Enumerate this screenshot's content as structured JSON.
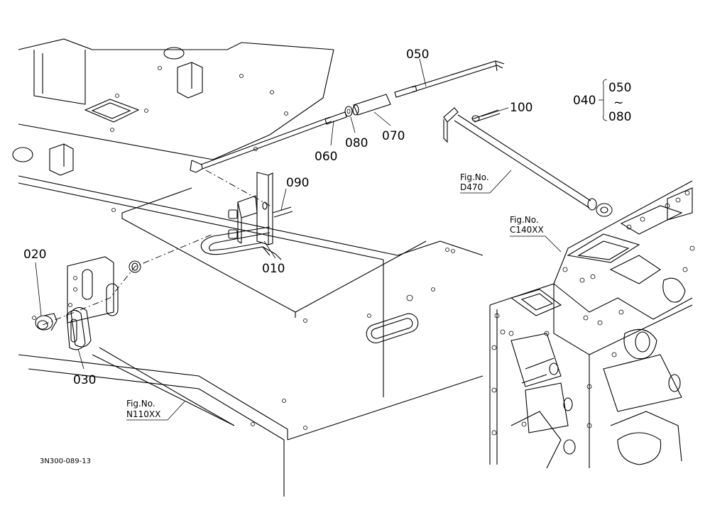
{
  "parts": {
    "p010": "010",
    "p020": "020",
    "p030": "030",
    "p040": "040",
    "p050": "050",
    "p060": "060",
    "p070": "070",
    "p080": "080",
    "p090": "090",
    "p100": "100",
    "range_start": "050",
    "range_tilde": "~",
    "range_end": "080"
  },
  "figure_refs": {
    "prefix": "Fig.No.",
    "d470": "D470",
    "c140": "C140XX",
    "n110": "N110XX"
  },
  "drawing_code": "3N300-089-13"
}
